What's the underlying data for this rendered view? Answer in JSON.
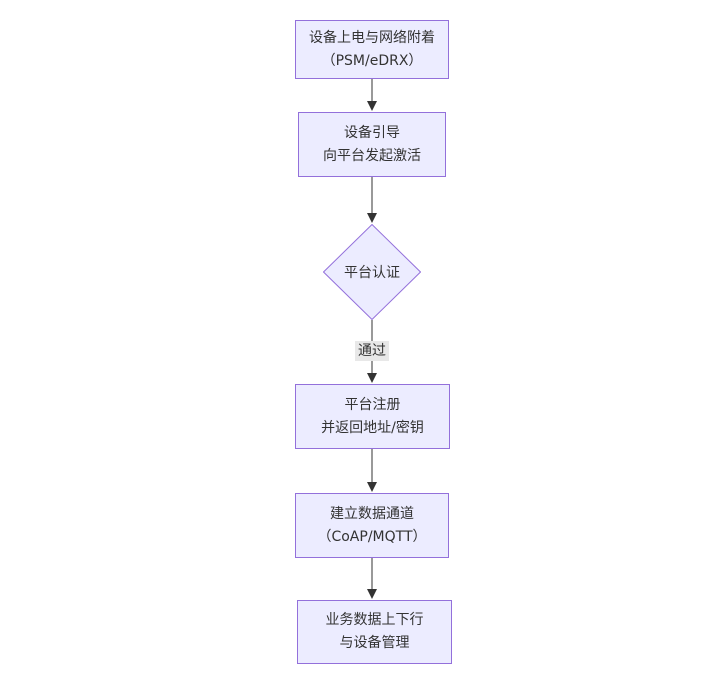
{
  "diagram": {
    "type": "flowchart",
    "direction": "top-down",
    "nodes": [
      {
        "id": "power",
        "shape": "rect",
        "lines": [
          "设备上电与网络附着",
          "（PSM/eDRX）"
        ]
      },
      {
        "id": "bootstrap",
        "shape": "rect",
        "lines": [
          "设备引导",
          "向平台发起激活"
        ]
      },
      {
        "id": "auth",
        "shape": "diamond",
        "label": "平台认证"
      },
      {
        "id": "register",
        "shape": "rect",
        "lines": [
          "平台注册",
          "并返回地址/密钥"
        ]
      },
      {
        "id": "channel",
        "shape": "rect",
        "lines": [
          "建立数据通道",
          "（CoAP/MQTT）"
        ]
      },
      {
        "id": "business",
        "shape": "rect",
        "lines": [
          "业务数据上下行",
          "与设备管理"
        ]
      }
    ],
    "edges": [
      {
        "from": "power",
        "to": "bootstrap",
        "label": ""
      },
      {
        "from": "bootstrap",
        "to": "auth",
        "label": ""
      },
      {
        "from": "auth",
        "to": "register",
        "label": "通过"
      },
      {
        "from": "register",
        "to": "channel",
        "label": ""
      },
      {
        "from": "channel",
        "to": "business",
        "label": ""
      }
    ],
    "colors": {
      "node_fill": "#ECECFF",
      "node_border": "#9370DB",
      "text": "#333333",
      "arrow": "#333333",
      "edge_label_bg": "#e8e8e8",
      "background": "#ffffff"
    }
  }
}
